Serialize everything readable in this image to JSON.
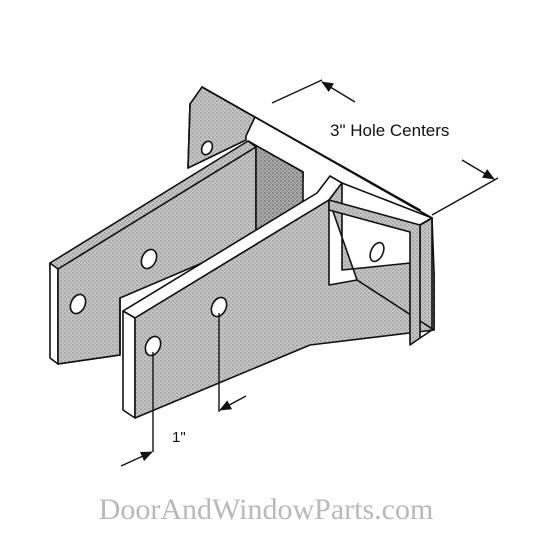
{
  "diagram": {
    "hole_centers_label": "3\" Hole Centers",
    "offset_label": "1\"",
    "watermark": "DoorAndWindowParts.com"
  }
}
